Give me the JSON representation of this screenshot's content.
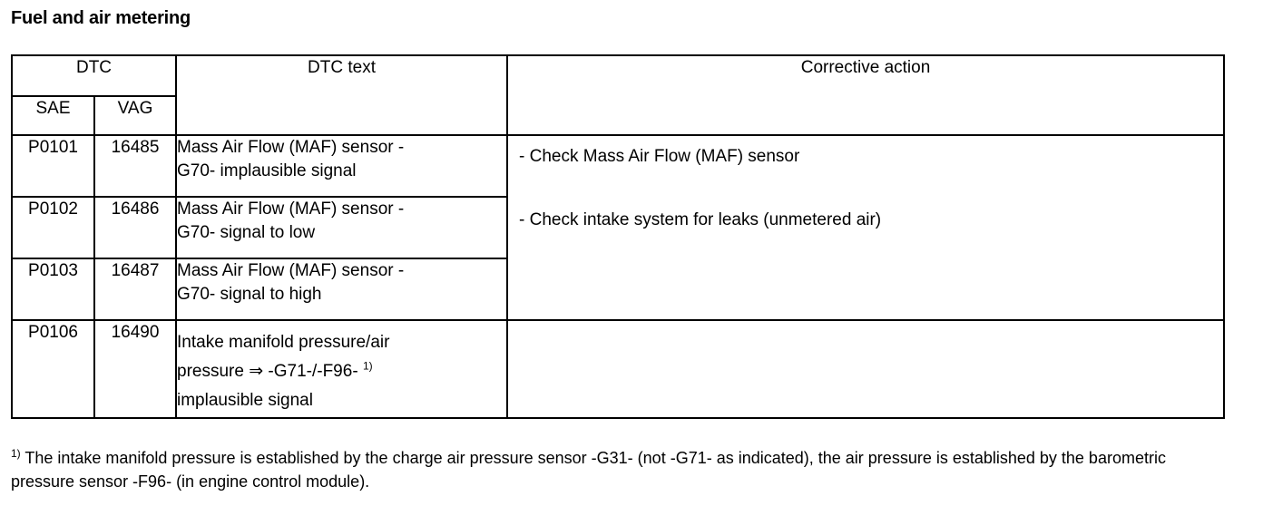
{
  "document": {
    "title": "Fuel and air metering"
  },
  "table": {
    "headers": {
      "group_dtc": "DTC",
      "sae": "SAE",
      "vag": "VAG",
      "dtc_text": "DTC text",
      "corrective_action": "Corrective action"
    },
    "rows": [
      {
        "sae": "P0101",
        "vag": "16485",
        "dtc_text_line1": "Mass Air Flow (MAF) sensor -",
        "dtc_text_line2": "G70- implausible signal"
      },
      {
        "sae": "P0102",
        "vag": "16486",
        "dtc_text_line1": "Mass Air Flow (MAF) sensor -",
        "dtc_text_line2": "G70- signal to low"
      },
      {
        "sae": "P0103",
        "vag": "16487",
        "dtc_text_line1": "Mass Air Flow (MAF) sensor -",
        "dtc_text_line2": "G70- signal to high"
      },
      {
        "sae": "P0106",
        "vag": "16490",
        "dtc_text_line1": "Intake manifold pressure/air",
        "dtc_text_line2_pre": "pressure ",
        "dtc_text_line2_arrow": "⇒",
        "dtc_text_line2_post": " -G71-/-F96- ",
        "dtc_text_line2_footnote": "1)",
        "dtc_text_line3": "implausible signal"
      }
    ],
    "corrective_actions": {
      "line1": "- Check Mass Air Flow (MAF) sensor",
      "line2": "- Check intake system for leaks (unmetered air)"
    }
  },
  "footnote": {
    "marker": "1)",
    "text": " The intake manifold pressure is established by the charge air pressure sensor -G31- (not -G71- as indicated), the air pressure is established by the barometric pressure sensor -F96- (in engine control module)."
  }
}
